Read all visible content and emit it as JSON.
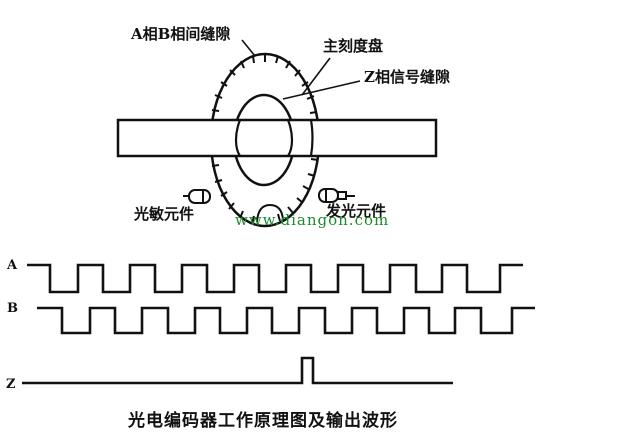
{
  "diagram": {
    "title": "光电编码器工作原理图及输出波形",
    "labels": {
      "ab_slit": "A相B相间缝隙",
      "main_disk": "主刻度盘",
      "z_slit": "Z相信号缝隙",
      "photosensitive": "光敏元件",
      "light_emitter": "发光元件"
    },
    "watermark": "www.diangon.com",
    "signals": [
      {
        "name": "A",
        "type": "square-wave",
        "pulses": 9
      },
      {
        "name": "B",
        "type": "square-wave",
        "pulses": 9,
        "phase_shift": "90deg lag relative to A"
      },
      {
        "name": "Z",
        "type": "single-pulse",
        "pulses": 1
      }
    ],
    "colors": {
      "line": "#111111",
      "watermark": "#1c8c2c",
      "background": "#ffffff"
    }
  }
}
